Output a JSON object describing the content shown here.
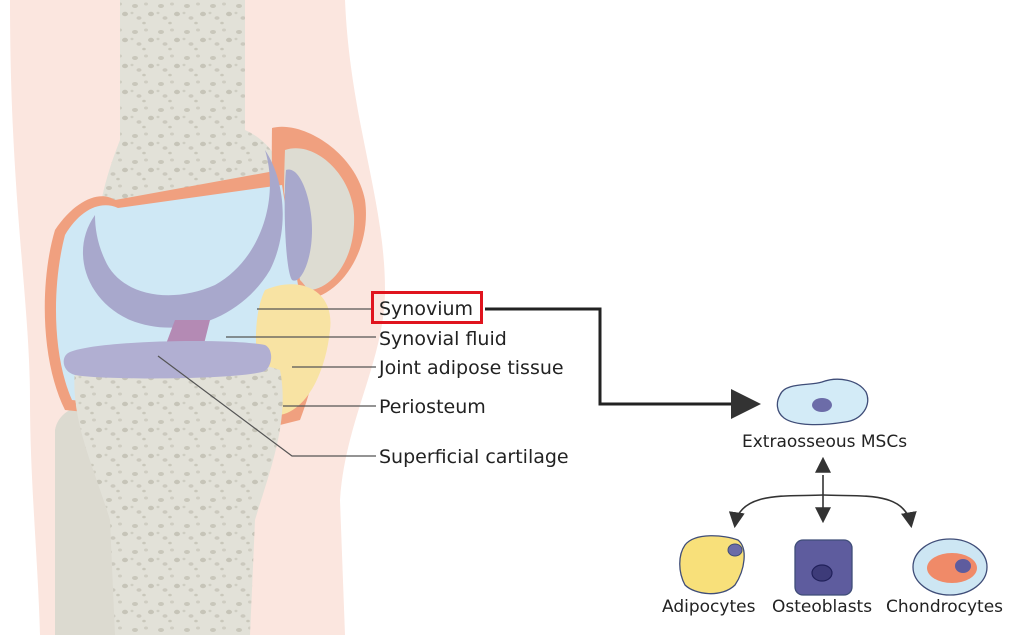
{
  "labels": {
    "synovium": "Synovium",
    "synovial_fluid": "Synovial fluid",
    "joint_adipose": "Joint adipose tissue",
    "periosteum": "Periosteum",
    "superficial_cartilage": "Superficial cartilage"
  },
  "msc": {
    "label": "Extraosseous MSCs"
  },
  "cells": [
    {
      "label": "Adipocytes"
    },
    {
      "label": "Osteoblasts"
    },
    {
      "label": "Chondrocytes"
    }
  ],
  "colors": {
    "highlight_box": "#e0141e",
    "skin": "#fbe6df",
    "bone": "#e2e1d8",
    "cartilage_meniscus": "#a8a8cc",
    "synovial_fluid": "#cfe8f5",
    "adipose": "#f8e3a3",
    "synovium_outline": "#f0a07f",
    "ligament": "#b48ab4"
  }
}
